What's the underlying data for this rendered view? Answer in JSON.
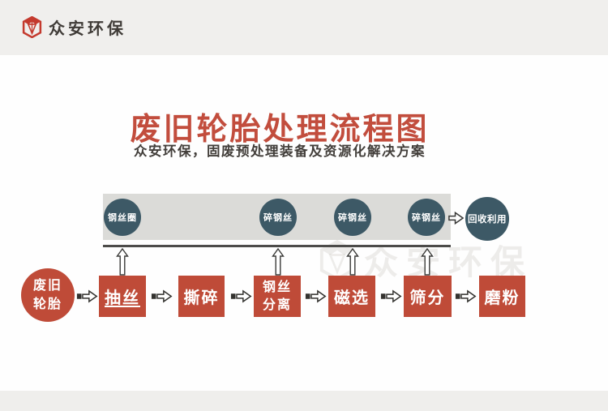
{
  "header": {
    "brand": "众安环保"
  },
  "hero": {
    "title": "废旧轮胎处理流程图",
    "subtitle": "众安环保，固废预处理装备及资源化解决方案"
  },
  "flow": {
    "source": "废旧轮胎",
    "steps": [
      "抽丝",
      "撕碎",
      "钢丝分离",
      "磁选",
      "筛分",
      "磨粉"
    ],
    "outputs": [
      "钢丝圈",
      "碎钢丝",
      "碎钢丝",
      "碎钢丝"
    ],
    "recycle": "回收利用"
  },
  "watermark": {
    "text": "众安环保"
  },
  "colors": {
    "brand_red": "#c43a2e",
    "box_red": "#bf4b38",
    "title_red": "#c24d3d",
    "circle_slate": "#3d5966",
    "band_gray": "#dbdbd8",
    "page_gray": "#efeeec"
  }
}
